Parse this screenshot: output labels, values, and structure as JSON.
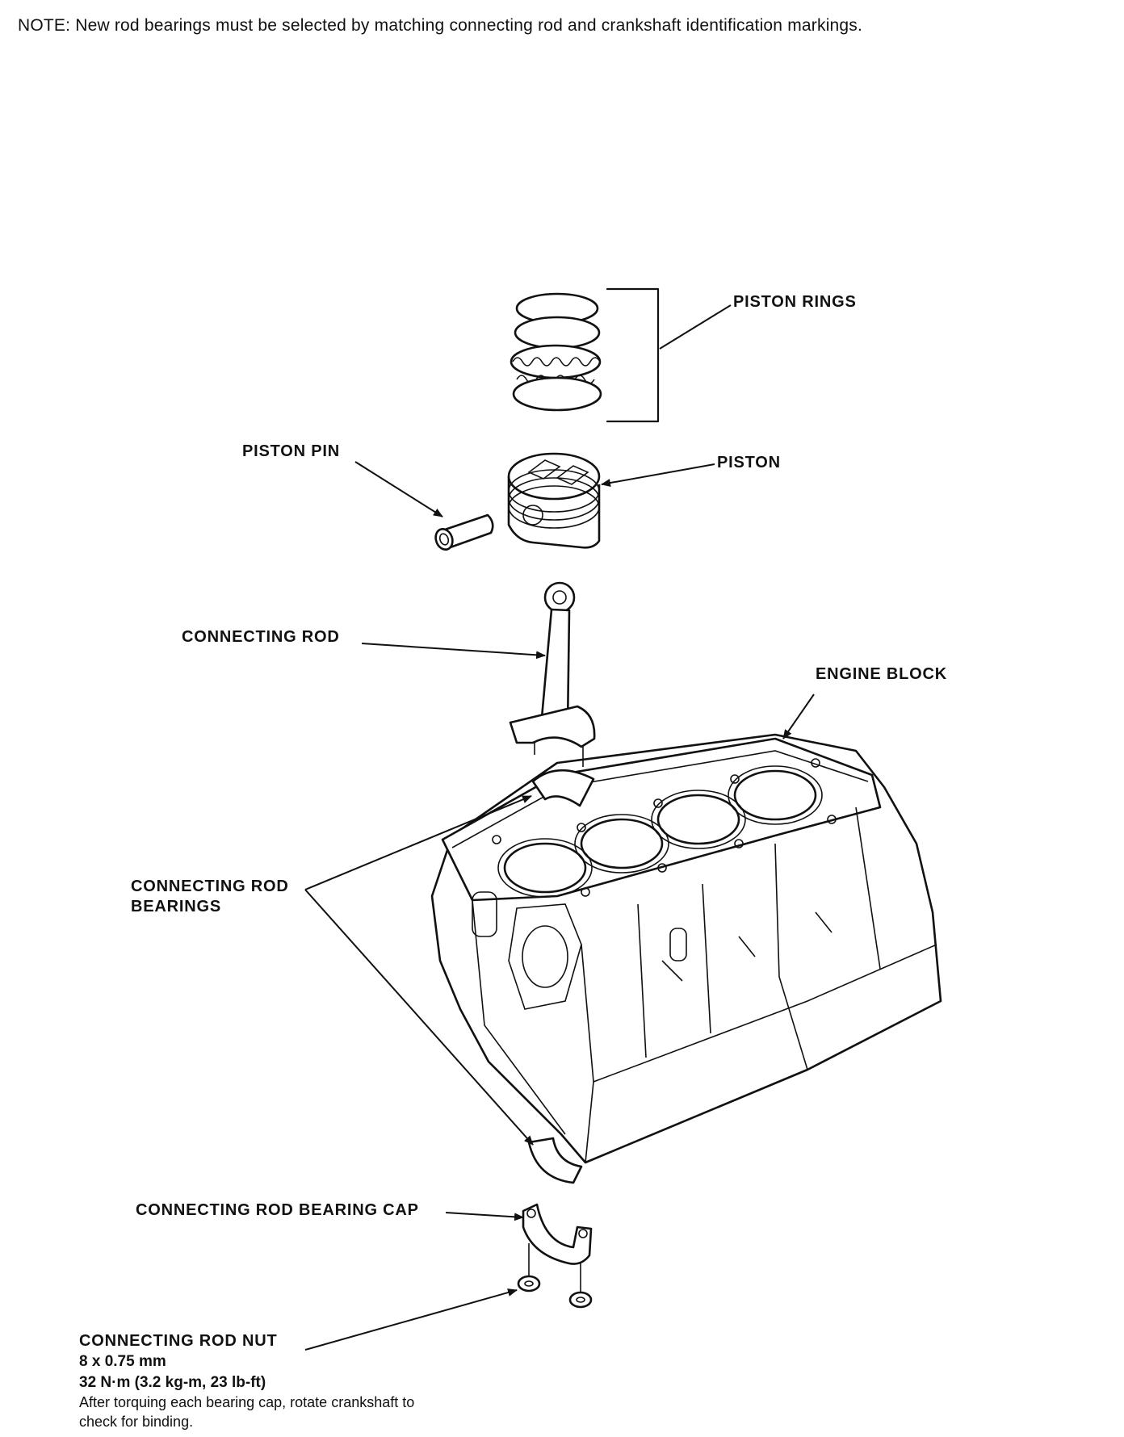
{
  "note": "NOTE: New rod bearings must be selected by matching connecting rod and crankshaft identification markings.",
  "labels": {
    "piston_rings": "PISTON RINGS",
    "piston_pin": "PISTON PIN",
    "piston": "PISTON",
    "connecting_rod": "CONNECTING ROD",
    "engine_block": "ENGINE BLOCK",
    "rod_bearings_line1": "CONNECTING ROD",
    "rod_bearings_line2": "BEARINGS",
    "bearing_cap": "CONNECTING ROD BEARING CAP",
    "rod_nut": "CONNECTING ROD NUT"
  },
  "nut_spec": {
    "size": "8 x 0.75 mm",
    "torque": "32 N·m (3.2 kg-m, 23 lb-ft)",
    "instruction_line1": "After torquing each bearing cap, rotate crankshaft to",
    "instruction_line2": "check for binding."
  }
}
